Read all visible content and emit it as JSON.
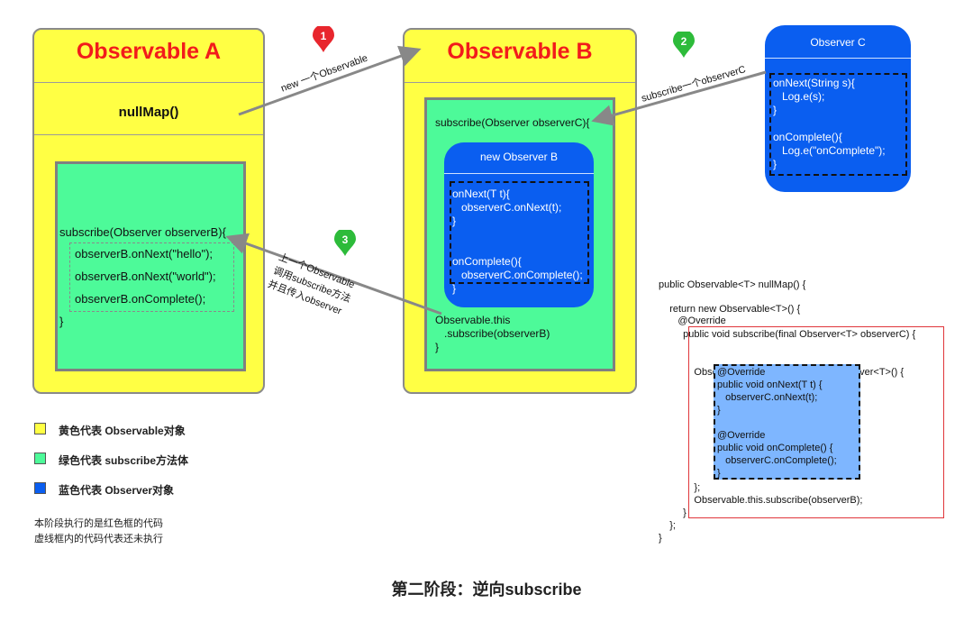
{
  "observable_a": {
    "title": "Observable A",
    "method": "nullMap()",
    "code_open": "subscribe(Observer observerB){",
    "code_lines": [
      "observerB.onNext(\"hello\");",
      "observerB.onNext(\"world\");",
      "observerB.onComplete();"
    ],
    "code_close": "}"
  },
  "observable_b": {
    "title": "Observable B",
    "code_open": "subscribe(Observer observerC){",
    "inner_title": "new Observer B",
    "inner_code": "onNext(T t){\n   observerC.onNext(t);\n}\n\n\nonComplete(){\n   observerC.onComplete();\n}",
    "code_tail": "Observable.this\n   .subscribe(observerB)\n}"
  },
  "observer_c": {
    "title": "Observer C",
    "code": "onNext(String s){\n   Log.e(s);\n}\n\nonComplete(){\n   Log.e(\"onComplete\");\n}"
  },
  "arrows": {
    "a1": {
      "num": "1",
      "label": "new 一个Observable"
    },
    "a2": {
      "num": "2",
      "label": "subscribe一个observerC"
    },
    "a3": {
      "num": "3",
      "label_lines": [
        "上一个Observable",
        "调用subscribe方法",
        "并且传入observer"
      ]
    }
  },
  "legend": {
    "yellow": "黄色代表 Observable对象",
    "green": "绿色代表 subscribe方法体",
    "blue": "蓝色代表 Observer对象",
    "note_line1": "本阶段执行的是红色框的代码",
    "note_line2": "虚线框内的代码代表还未执行"
  },
  "right_code": {
    "line1": "public Observable<T> nullMap() {",
    "line2": "    return new Observable<T>() {",
    "line3": "       @Override",
    "red_lines": "   public void subscribe(final Observer<T> observerC) {\n\n\n       Observer<T> observerB = new Observer<T>() {",
    "blue_code": "@Override\npublic void onNext(T t) {\n   observerC.onNext(t);\n}\n\n@Override\npublic void onComplete() {\n   observerC.onComplete();\n}",
    "after_blue": "       };\n       Observable.this.subscribe(observerB);\n   }",
    "close1": "    };",
    "close2": "}"
  },
  "caption": "第二阶段：逆向subscribe",
  "colors": {
    "yellow": "#ffff44",
    "green": "#4dfa99",
    "blue": "#0a5ef0",
    "red": "#f21b1b",
    "marker_red": "#e8262d",
    "marker_green": "#2dbb3a",
    "code_blue_bg": "#7eb6ff"
  }
}
